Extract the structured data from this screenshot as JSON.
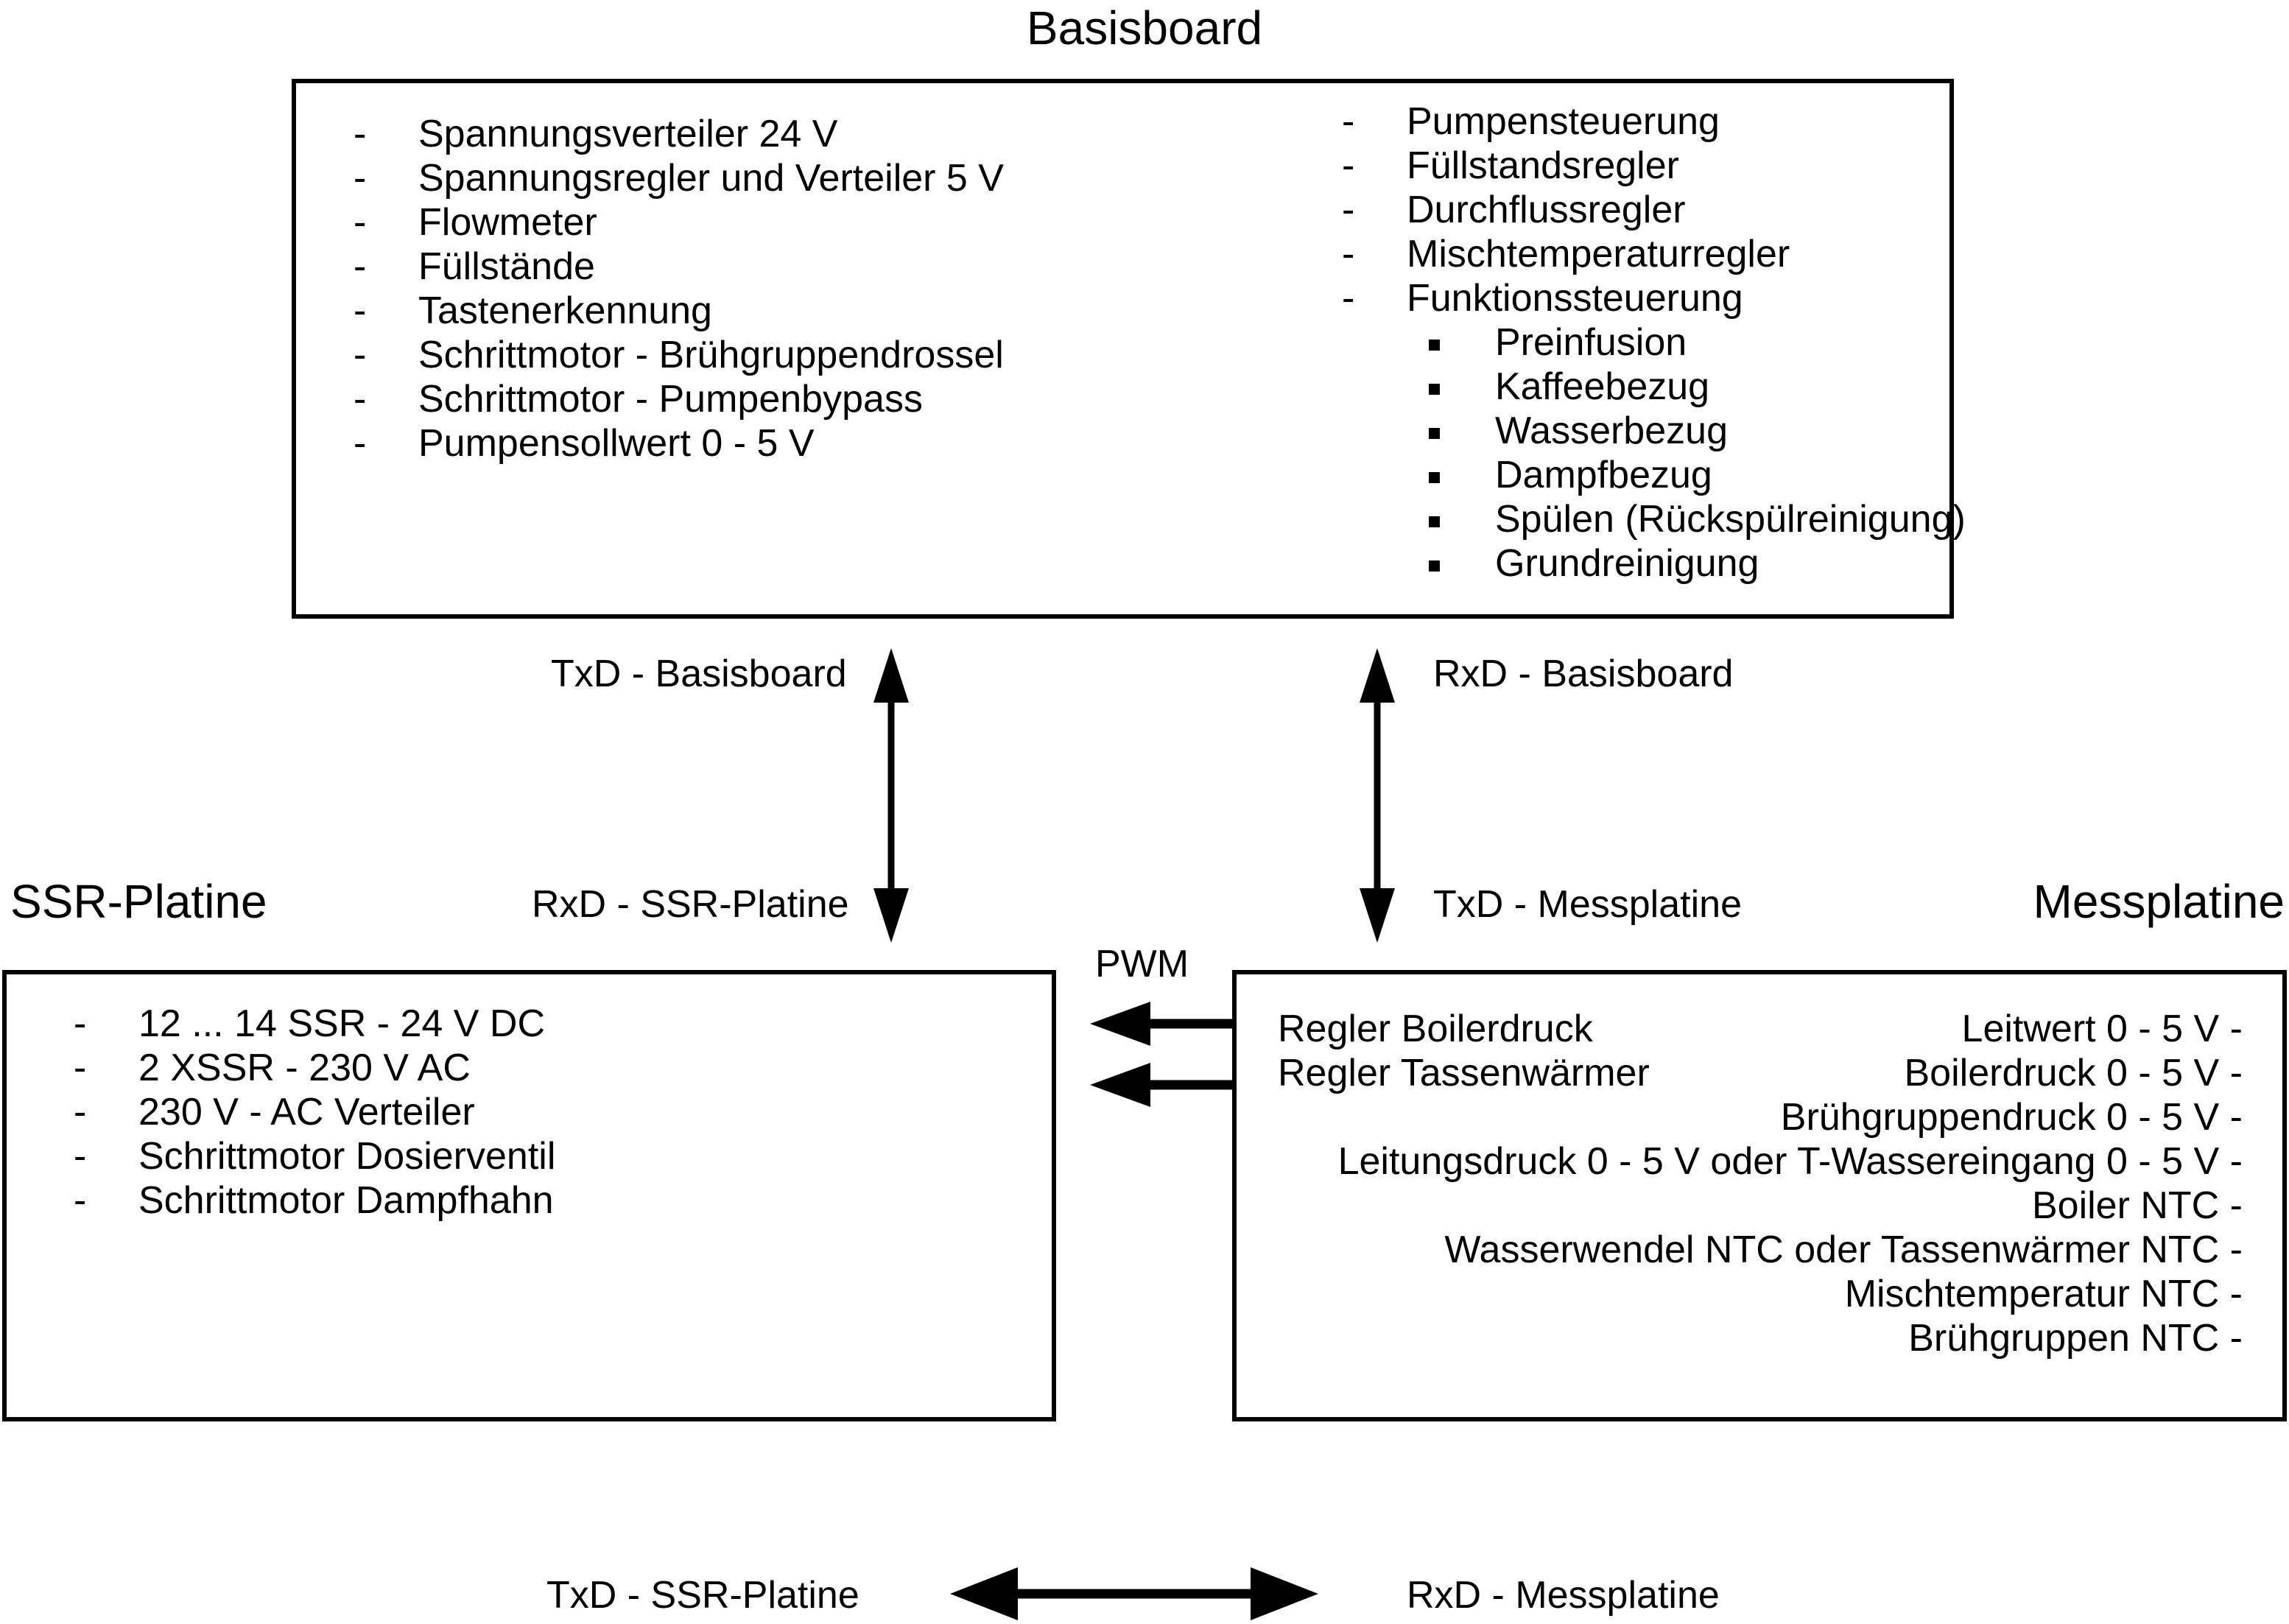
{
  "boards": {
    "basisboard": {
      "title": "Basisboard",
      "left_items": [
        "Spannungsverteiler 24 V",
        "Spannungsregler und Verteiler 5 V",
        "Flowmeter",
        "Füllstände",
        "Tastenerkennung",
        "Schrittmotor - Brühgruppendrossel",
        "Schrittmotor - Pumpenbypass",
        "Pumpensollwert 0 - 5 V"
      ],
      "right_items": [
        "Pumpensteuerung",
        "Füllstandsregler",
        "Durchflussregler",
        "Mischtemperaturregler",
        "Funktionssteuerung"
      ],
      "right_subitems": [
        "Preinfusion",
        "Kaffeebezug",
        "Wasserbezug",
        "Dampfbezug",
        "Spülen (Rückspülreinigung)",
        "Grundreinigung"
      ]
    },
    "ssr_platine": {
      "title": "SSR-Platine",
      "items": [
        "12 ... 14 SSR - 24 V DC",
        "2 XSSR - 230 V AC",
        "230 V - AC Verteiler",
        "Schrittmotor Dosierventil",
        "Schrittmotor Dampfhahn"
      ]
    },
    "messplatine": {
      "title": "Messplatine",
      "left_items": [
        "Regler Boilerdruck",
        "Regler Tassenwärmer"
      ],
      "right_items": [
        "Leitwert 0 - 5 V -",
        "Boilerdruck 0 - 5 V -",
        "Brühgruppendruck 0 - 5 V -",
        "Leitungsdruck 0 - 5 V oder T-Wassereingang 0 - 5 V -",
        "Boiler NTC -",
        "Wasserwendel NTC oder Tassenwärmer NTC -",
        "Mischtemperatur NTC -",
        "Brühgruppen NTC -"
      ]
    }
  },
  "connections": {
    "left_vertical": {
      "top_label": "TxD - Basisboard",
      "bottom_label": "RxD - SSR-Platine",
      "icon": "double-headed-vertical-arrow"
    },
    "right_vertical": {
      "top_label": "RxD - Basisboard",
      "bottom_label": "TxD - Messplatine",
      "icon": "double-headed-vertical-arrow"
    },
    "pwm": {
      "label": "PWM",
      "icon": "left-arrow",
      "count": 2
    },
    "bottom_horizontal": {
      "left_label": "TxD - SSR-Platine",
      "right_label": "RxD - Messplatine",
      "icon": "double-headed-horizontal-arrow"
    }
  },
  "colors": {
    "stroke": "#000000",
    "background": "#ffffff"
  }
}
